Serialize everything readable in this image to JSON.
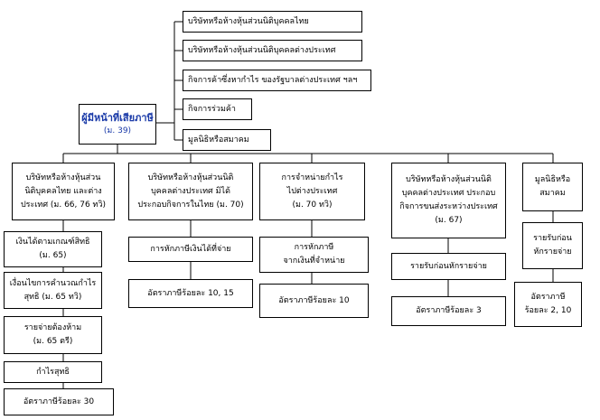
{
  "root": {
    "line1": "ผู้มีหน้าที่เสียภาษี",
    "line2": "(ม. 39)"
  },
  "top_entities": [
    "บริษัทหรือห้างหุ้นส่วนนิติบุคคลไทย",
    "บริษัทหรือห้างหุ้นส่วนนิติบุคคลต่างประเทศ",
    "กิจการค้าซึ่งหากำไร ของรัฐบาลต่างประเทศ ฯลฯ",
    "กิจการร่วมค้า",
    "มูลนิธิหรือสมาคม"
  ],
  "columns": [
    {
      "header": [
        "บริษัทหรือห้างหุ้นส่วน",
        "นิติบุคคลไทย และต่าง",
        "ประเทศ (ม. 66, 76 ทวิ)"
      ],
      "steps": [
        [
          "เงินได้ตามเกณฑ์สิทธิ",
          "(ม. 65)"
        ],
        [
          "เงื่อนไขการคำนวณกำไร",
          "สุทธิ (ม. 65 ทวิ)"
        ],
        [
          "รายจ่ายต้องห้าม",
          "(ม. 65 ตรี)"
        ],
        [
          "กำไรสุทธิ"
        ],
        [
          "อัตราภาษีร้อยละ 30"
        ]
      ]
    },
    {
      "header": [
        "บริษัทหรือห้างหุ้นส่วนนิติ",
        "บุคคลต่างประเทศ มิได้",
        "ประกอบกิจการในไทย (ม. 70)"
      ],
      "steps": [
        [
          "การหักภาษีเงินได้ที่จ่าย"
        ],
        [
          "อัตราภาษีร้อยละ 10, 15"
        ]
      ]
    },
    {
      "header": [
        "การจำหน่ายกำไร",
        "ไปต่างประเทศ",
        "(ม. 70 ทวิ)"
      ],
      "steps": [
        [
          "การหักภาษี",
          "จากเงินที่จำหน่าย"
        ],
        [
          "อัตราภาษีร้อยละ 10"
        ]
      ]
    },
    {
      "header": [
        "บริษัทหรือห้างหุ้นส่วนนิติ",
        "บุคคลต่างประเทศ ประกอบ",
        "กิจการขนส่งระหว่างประเทศ",
        "(ม. 67)"
      ],
      "steps": [
        [
          "รายรับก่อนหักรายจ่าย"
        ],
        [
          "อัตราภาษีร้อยละ 3"
        ]
      ]
    },
    {
      "header": [
        "มูลนิธิหรือ",
        "สมาคม"
      ],
      "steps": [
        [
          "รายรับก่อน",
          "หักรายจ่าย"
        ],
        [
          "อัตราภาษี",
          "ร้อยละ 2, 10"
        ]
      ]
    }
  ]
}
